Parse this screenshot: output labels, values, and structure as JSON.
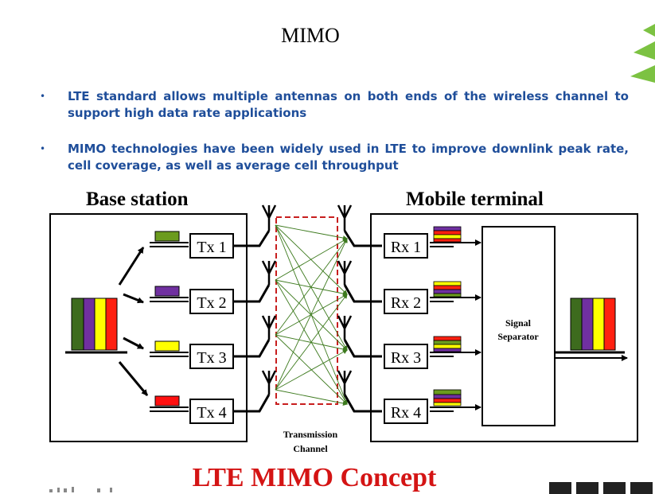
{
  "title": "MIMO",
  "bullets": [
    "LTE standard allows multiple antennas on both ends of the wireless channel to support high data rate applications",
    "MIMO technologies have been widely used in LTE to improve downlink peak rate, cell coverage, as well as average cell throughput"
  ],
  "diagram": {
    "base_station_label": "Base station",
    "mobile_terminal_label": "Mobile terminal",
    "tx": [
      "Tx 1",
      "Tx 2",
      "Tx 3",
      "Tx 4"
    ],
    "rx": [
      "Rx 1",
      "Rx 2",
      "Rx 3",
      "Rx 4"
    ],
    "signal_separator_line1": "Signal",
    "signal_separator_line2": "Separator",
    "transmission_line1": "Transmission",
    "transmission_line2": "Channel"
  },
  "footer_title": "LTE MIMO Concept",
  "colors": {
    "bullet_text": "#1f4e9a",
    "accent_red": "#d41414",
    "channel_lines": "#3d7a1e",
    "stream_green": "#5a8a1e",
    "stream_purple": "#7030a0",
    "stream_yellow": "#ffff00",
    "stream_red": "#ff0000",
    "logo_green": "#7cc242"
  }
}
